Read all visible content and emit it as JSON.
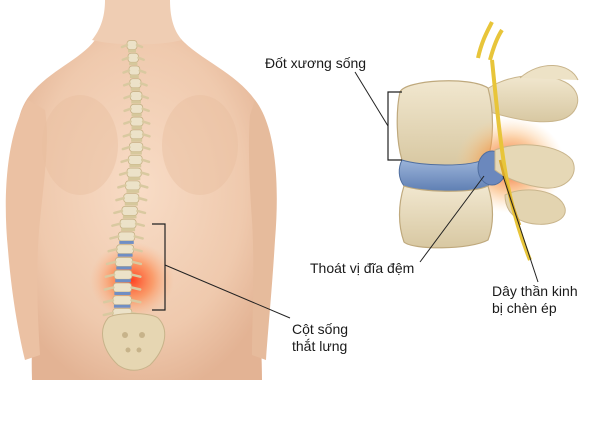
{
  "labels": {
    "vertebra": "Đốt xương sống",
    "herniated_disc": "Thoát vị đĩa đệm",
    "nerve": "Dây thần kinh\nbị chèn ép",
    "lumbar_spine": "Cột sống\nthắt lưng"
  },
  "colors": {
    "skin": "#f2d1b8",
    "bone": "#e8dcc0",
    "disc": "#7f9cc8",
    "inflammation": "#e8452a",
    "nerve": "#e8c53a"
  }
}
